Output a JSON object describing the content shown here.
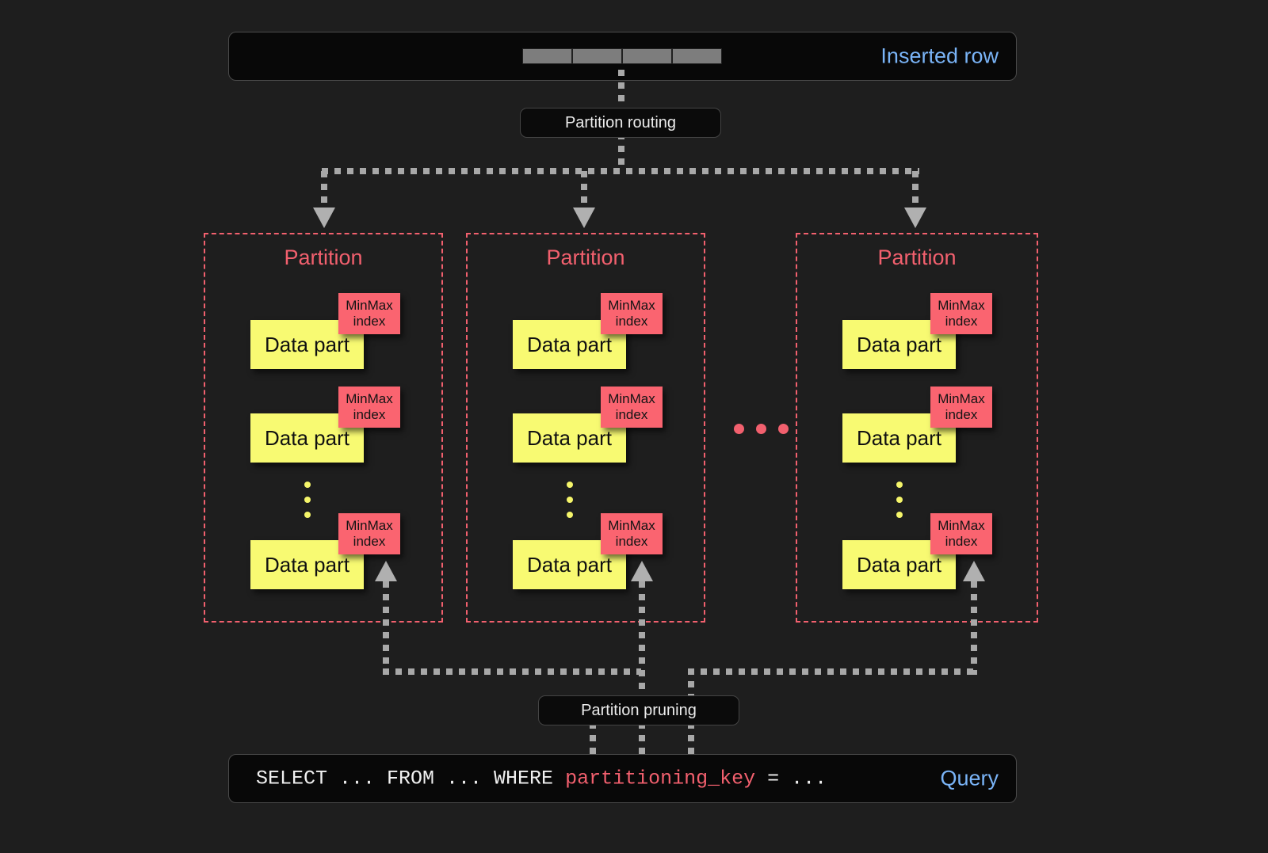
{
  "top": {
    "label": "Inserted row",
    "label_color": "#7ab4f7",
    "cell_count": 4
  },
  "routing": {
    "label": "Partition routing"
  },
  "pruning": {
    "label": "Partition pruning"
  },
  "partitions": [
    {
      "title": "Partition",
      "parts": [
        {
          "part_label": "Data part",
          "index_line1": "MinMax",
          "index_line2": "index"
        },
        {
          "part_label": "Data part",
          "index_line1": "MinMax",
          "index_line2": "index"
        },
        {
          "part_label": "Data part",
          "index_line1": "MinMax",
          "index_line2": "index"
        }
      ]
    },
    {
      "title": "Partition",
      "parts": [
        {
          "part_label": "Data part",
          "index_line1": "MinMax",
          "index_line2": "index"
        },
        {
          "part_label": "Data part",
          "index_line1": "MinMax",
          "index_line2": "index"
        },
        {
          "part_label": "Data part",
          "index_line1": "MinMax",
          "index_line2": "index"
        }
      ]
    },
    {
      "title": "Partition",
      "parts": [
        {
          "part_label": "Data part",
          "index_line1": "MinMax",
          "index_line2": "index"
        },
        {
          "part_label": "Data part",
          "index_line1": "MinMax",
          "index_line2": "index"
        },
        {
          "part_label": "Data part",
          "index_line1": "MinMax",
          "index_line2": "index"
        }
      ]
    }
  ],
  "query": {
    "prefix": "SELECT ... FROM ... WHERE ",
    "key": "partitioning_key",
    "suffix": " = ...",
    "label": "Query",
    "label_color": "#7ab4f7",
    "key_color": "#f2606e"
  },
  "colors": {
    "background": "#1e1e1e",
    "partition_border": "#f2606e",
    "data_part": "#f8fa72",
    "minmax": "#fa6470",
    "flow_line": "#a8a8a8"
  }
}
